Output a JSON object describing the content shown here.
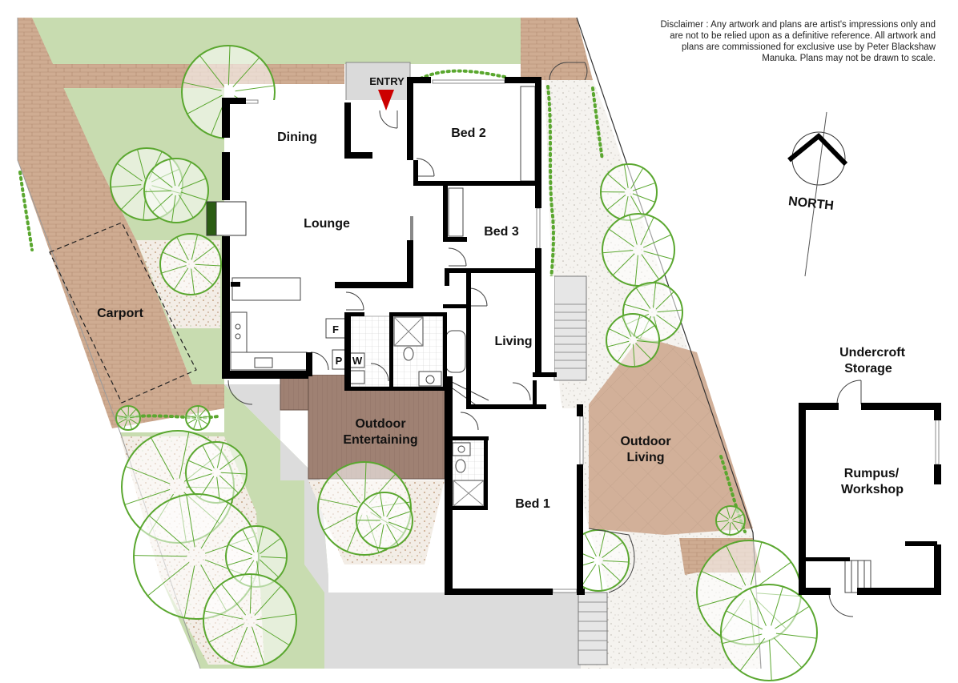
{
  "disclaimer": "Disclaimer : Any artwork and plans are artist's impressions only and are not to be relied upon as a definitive reference. All artwork and plans are commissioned for exclusive use by Peter Blackshaw Manuka. Plans may not be drawn to scale.",
  "north": "NORTH",
  "labels": {
    "entry": "ENTRY",
    "dining": "Dining",
    "lounge": "Lounge",
    "bed2": "Bed 2",
    "bed3": "Bed 3",
    "living": "Living",
    "carport": "Carport",
    "outdoor_entertaining_1": "Outdoor",
    "outdoor_entertaining_2": "Entertaining",
    "outdoor_living_1": "Outdoor",
    "outdoor_living_2": "Living",
    "bed1": "Bed 1",
    "undercroft_1": "Undercroft",
    "undercroft_2": "Storage",
    "rumpus_1": "Rumpus/",
    "rumpus_2": "Workshop",
    "fridge": "F",
    "pantry": "P",
    "washer": "W"
  },
  "colors": {
    "lawn": "#c8dcb0",
    "paving": "#c9a88e",
    "gravel": "#f3f1ed",
    "driveway": "#dcdcdc",
    "deck": "#a08276",
    "tree": "#5aa72f",
    "wall": "#000000",
    "entry_arrow": "#cc0000"
  }
}
